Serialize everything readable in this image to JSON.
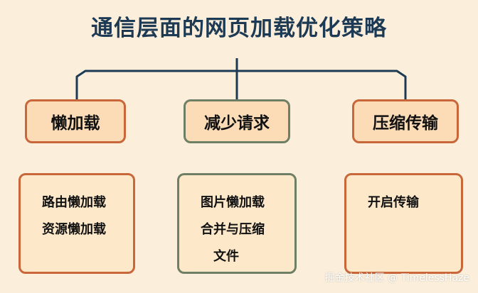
{
  "title": "通信层面的网页加载优化策略",
  "colors": {
    "background": "#fbefdc",
    "title": "#1d3a55",
    "connector": "#1d3a55",
    "level1_fill": "#fbdcb6",
    "level2_fill": "#fde9c9",
    "orange_border": "#c9663a",
    "green_border": "#6f7f66"
  },
  "categories": [
    {
      "label": "懒加载",
      "items": [
        "路由懒加载",
        "资源懒加载"
      ]
    },
    {
      "label": "减少请求",
      "items": [
        "图片懒加载",
        "合并与压缩",
        "文件"
      ]
    },
    {
      "label": "压缩传输",
      "items": [
        "开启传输"
      ]
    }
  ],
  "watermark": "掘金技术社区 @ TimelessHaze"
}
